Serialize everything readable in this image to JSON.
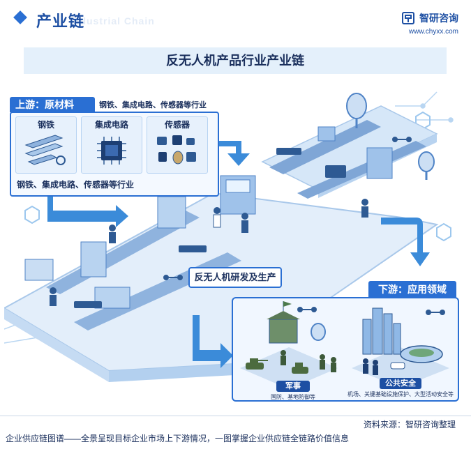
{
  "header": {
    "title": "产业链",
    "title_en": "Industrial Chain",
    "brand_name": "智研咨询",
    "brand_url": "www.chyxx.com"
  },
  "banner": {
    "title": "反无人机产品行业产业链"
  },
  "upstream": {
    "label": "上游：原材料",
    "description": "钢铁、集成电路、传感器等行业",
    "categories": [
      "钢铁",
      "集成电路",
      "传感器"
    ],
    "footer": "钢铁、集成电路、传感器等行业"
  },
  "midstream": {
    "label": "反无人机研发及生产"
  },
  "downstream": {
    "label": "下游：应用领域",
    "military": {
      "label": "军事",
      "description": "国防、基地防御等"
    },
    "public_security": {
      "label": "公共安全",
      "description": "机场、关键基础设施保护、大型活动安全等"
    }
  },
  "footer": {
    "source": "资料来源：智研咨询整理",
    "description": "企业供应链图谱——全景呈现目标企业市场上下游情况，一图掌握企业供应链全链路价值信息"
  },
  "colors": {
    "primary": "#2a6fd3",
    "dark": "#1d4fa3",
    "light": "#e4f0fb"
  }
}
